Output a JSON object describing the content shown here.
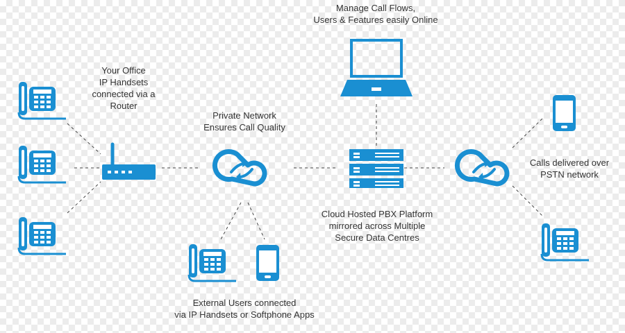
{
  "colors": {
    "icon": "#1a8fd2",
    "connector": "#444444",
    "text": "#333333"
  },
  "labels": {
    "manage": [
      "Manage Call Flows,",
      "Users & Features easily Online"
    ],
    "office": [
      "Your Office",
      "IP Handsets",
      "connected via a",
      "Router"
    ],
    "private": [
      "Private Network",
      "Ensures Call Quality"
    ],
    "cloud_pbx": [
      "Cloud Hosted PBX Platform",
      "mirrored across Multiple",
      "Secure Data Centres"
    ],
    "pstn": [
      "Calls delivered over",
      "PSTN network"
    ],
    "external": [
      "External Users connected",
      "via IP Handsets or Softphone Apps"
    ]
  },
  "icons": {
    "office_phones": [
      "desk-phone-icon",
      "desk-phone-icon",
      "desk-phone-icon"
    ],
    "router": "router-icon",
    "private_cloud": "cloud-sync-icon",
    "server": "server-icon",
    "laptop": "laptop-icon",
    "pstn_cloud": "cloud-sync-icon",
    "mobile": "smartphone-icon",
    "pstn_phone": "desk-phone-icon",
    "external_phone": "desk-phone-icon",
    "external_mobile": "smartphone-icon"
  }
}
